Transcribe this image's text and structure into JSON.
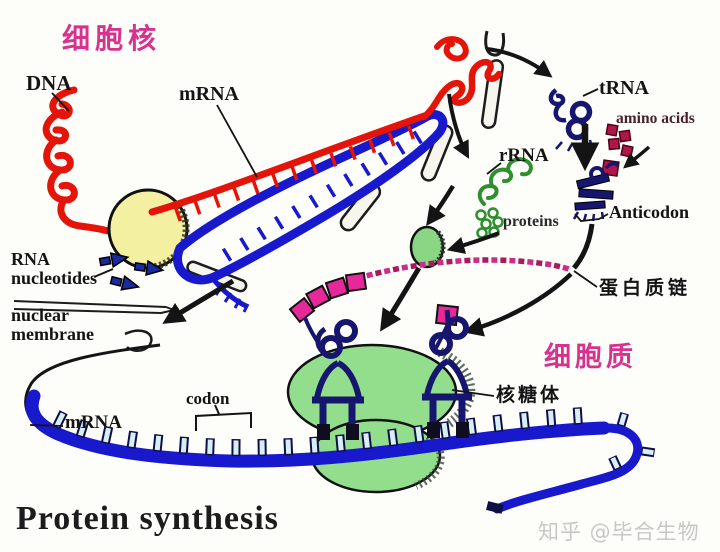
{
  "labels": {
    "nucleus": "细胞核",
    "dna": "DNA",
    "mrna_top": "mRNA",
    "trna": "tRNA",
    "amino_acids": "amino acids",
    "rrna": "rRNA",
    "proteins": "proteins",
    "anticodon": "Anticodon",
    "protein_chain": "蛋白质链",
    "cytoplasm": "细胞质",
    "ribosome": "核糖体",
    "rna_nucleotides_1": "RNA",
    "rna_nucleotides_2": "nucleotides",
    "nuclear_membrane_1": "nuclear",
    "nuclear_membrane_2": "membrane",
    "mrna_bottom": "mRNA",
    "codon": "codon"
  },
  "title": "Protein synthesis",
  "watermark": "知乎 @毕合生物",
  "colors": {
    "dna_red": "#e41408",
    "mrna_blue": "#1818cc",
    "trna_navy": "#16166e",
    "ribosome_green": "#92de8c",
    "rrna_green": "#2f8f2f",
    "polymerase_yellow": "#f4f0a2",
    "protein_magenta": "#e62898",
    "amino_acid_crimson": "#b01648",
    "label_pink": "#d6328e",
    "tooth_fill": "#d8eef5",
    "tooth_edge": "#0e0e4a",
    "bead_dark": "#a8195e",
    "bead_light": "#cb2d8a"
  }
}
